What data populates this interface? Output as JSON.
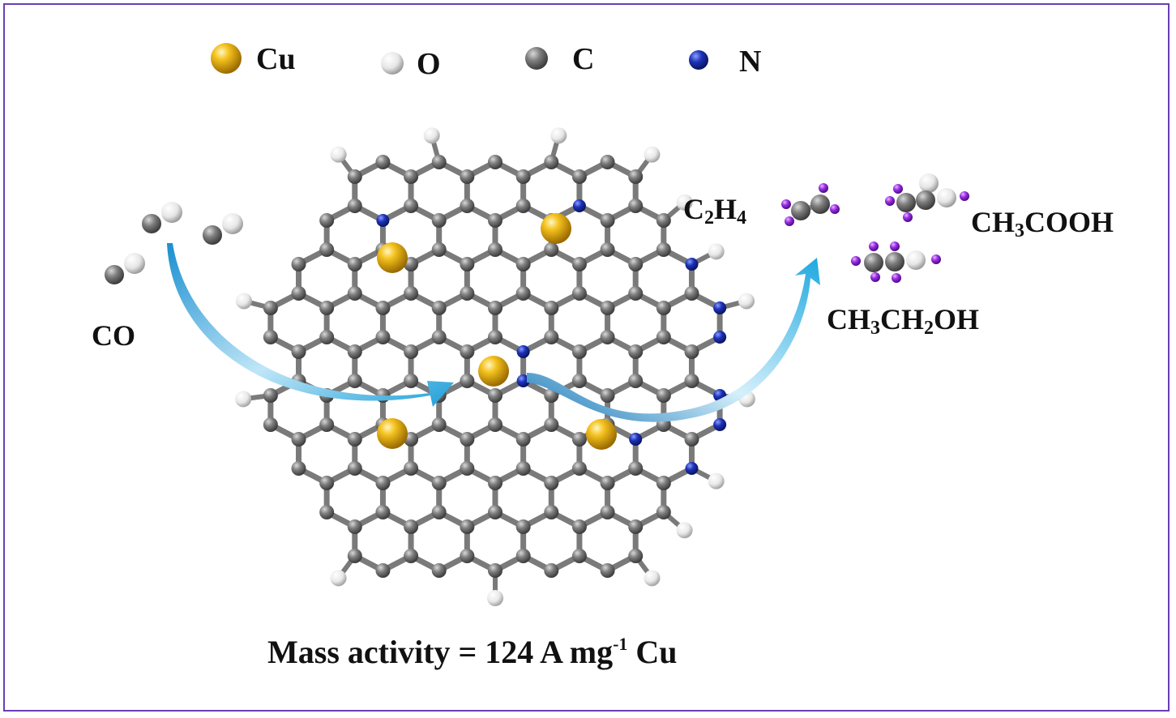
{
  "legend": [
    {
      "label": "Cu",
      "color": "#e0a812"
    },
    {
      "label": "O",
      "color": "#f2f2f2"
    },
    {
      "label": "C",
      "color": "#7f7f7f"
    },
    {
      "label": "N",
      "color": "#1c2d96"
    }
  ],
  "reactant": {
    "label": "CO"
  },
  "products": {
    "c2h4": {
      "c": "C",
      "n1": "2",
      "h": "H",
      "n2": "4"
    },
    "ch3cooh": {
      "a": "CH",
      "n1": "3",
      "b": "COOH"
    },
    "ch3ch2oh": {
      "a": "CH",
      "n1": "3",
      "b": "CH",
      "n2": "2",
      "c": "OH"
    }
  },
  "mass_activity": {
    "prefix": "Mass activity = 124 A mg",
    "exp": "-1",
    "suffix": " Cu"
  },
  "colors": {
    "frame": "#6a3fb5",
    "bond": "#7a7a7a",
    "arrow": "#1e9fd8",
    "product_h": "#8a2be2"
  }
}
